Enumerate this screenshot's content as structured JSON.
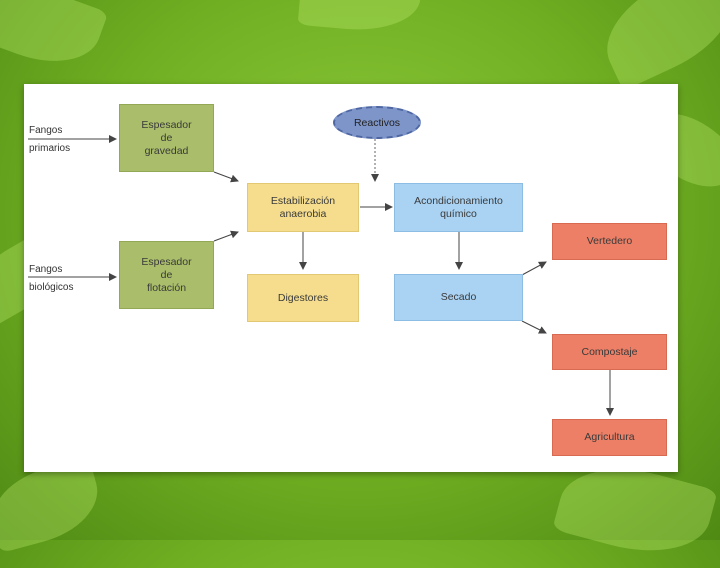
{
  "inputs": {
    "fangos_primarios": [
      "Fangos",
      "primarios"
    ],
    "fangos_biologicos": [
      "Fangos",
      "biológicos"
    ]
  },
  "nodes": {
    "espesador_gravedad": "Espesador\nde\ngravedad",
    "espesador_flotacion": "Espesador\nde\nflotación",
    "estabilizacion": "Estabilización\nanaerobia",
    "digestores": "Digestores",
    "reactivos": "Reactivos",
    "acondicionamiento": "Acondicionamiento\nquímico",
    "secado": "Secado",
    "vertedero": "Vertedero",
    "compostaje": "Compostaje",
    "agricultura": "Agricultura"
  },
  "colors": {
    "green": "#a9bd6a",
    "yellow": "#f5dd8d",
    "blue": "#a9d2f3",
    "red": "#ec7f66",
    "ellipse": "#7e95c9"
  }
}
